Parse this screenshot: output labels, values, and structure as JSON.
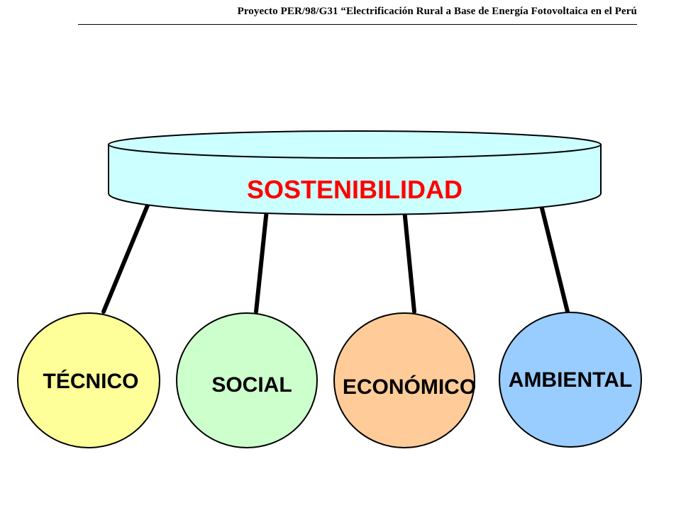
{
  "header": {
    "title": "Proyecto PER/98/G31 “Electrificación Rural a Base de Energía Fotovoltaica en el Perú"
  },
  "diagram": {
    "center": {
      "label": "SOSTENIBILIDAD",
      "fill": "#ccffff",
      "text_color": "#ff0000"
    },
    "pillars": [
      {
        "id": "tecnico",
        "label": "TÉCNICO",
        "fill": "#ffff99"
      },
      {
        "id": "social",
        "label": "SOCIAL",
        "fill": "#ccffcc"
      },
      {
        "id": "economico",
        "label": "ECONÓMICO",
        "fill": "#ffcc99"
      },
      {
        "id": "ambiental",
        "label": "AMBIENTAL",
        "fill": "#99ccff"
      }
    ]
  }
}
